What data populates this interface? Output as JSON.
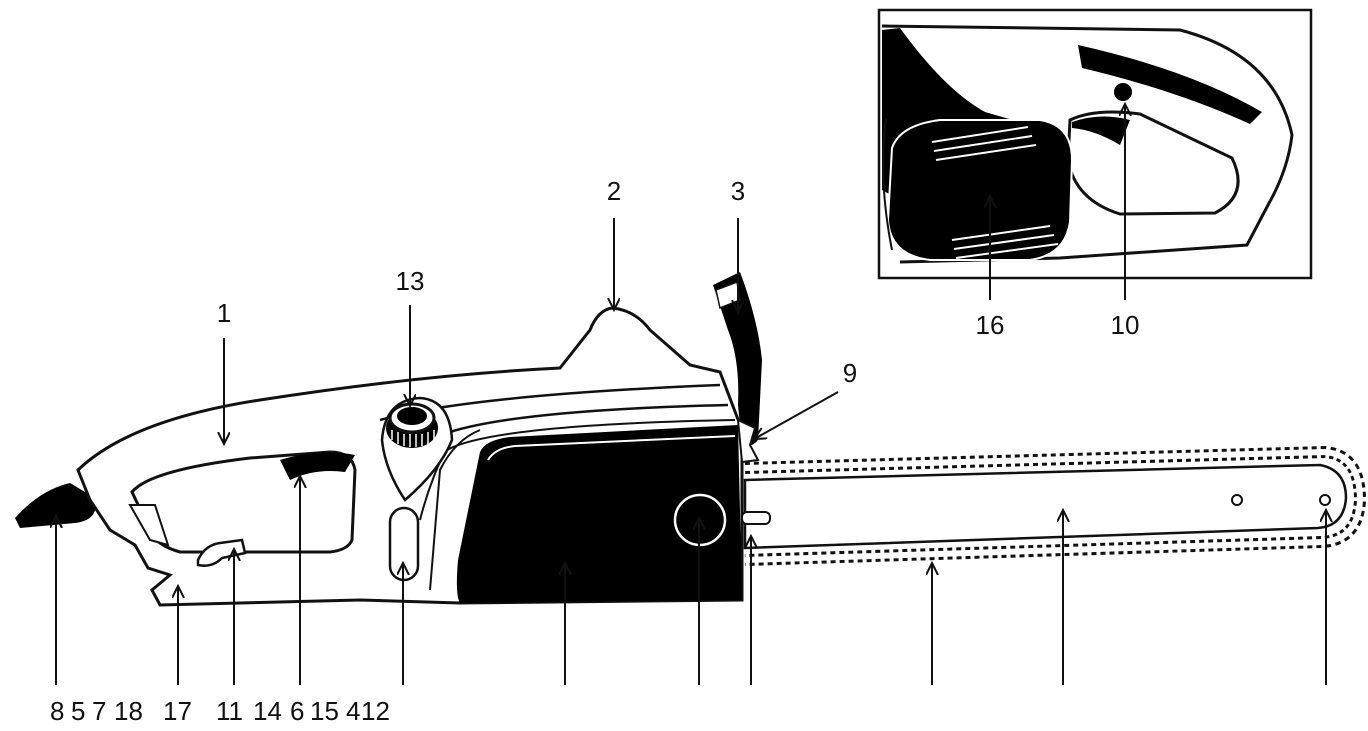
{
  "diagram": {
    "inset_callouts": {
      "c16": "16",
      "c10": "10"
    },
    "top_callouts": {
      "c1": "1",
      "c13": "13",
      "c2": "2",
      "c3": "3",
      "c9": "9"
    },
    "bottom_callouts": {
      "c8": "8",
      "c5": "5",
      "c7": "7",
      "c18": "18",
      "c17": "17",
      "c11": "11",
      "c14": "14",
      "c6": "6",
      "c15": "15",
      "c4": "4",
      "c12": "12"
    }
  }
}
